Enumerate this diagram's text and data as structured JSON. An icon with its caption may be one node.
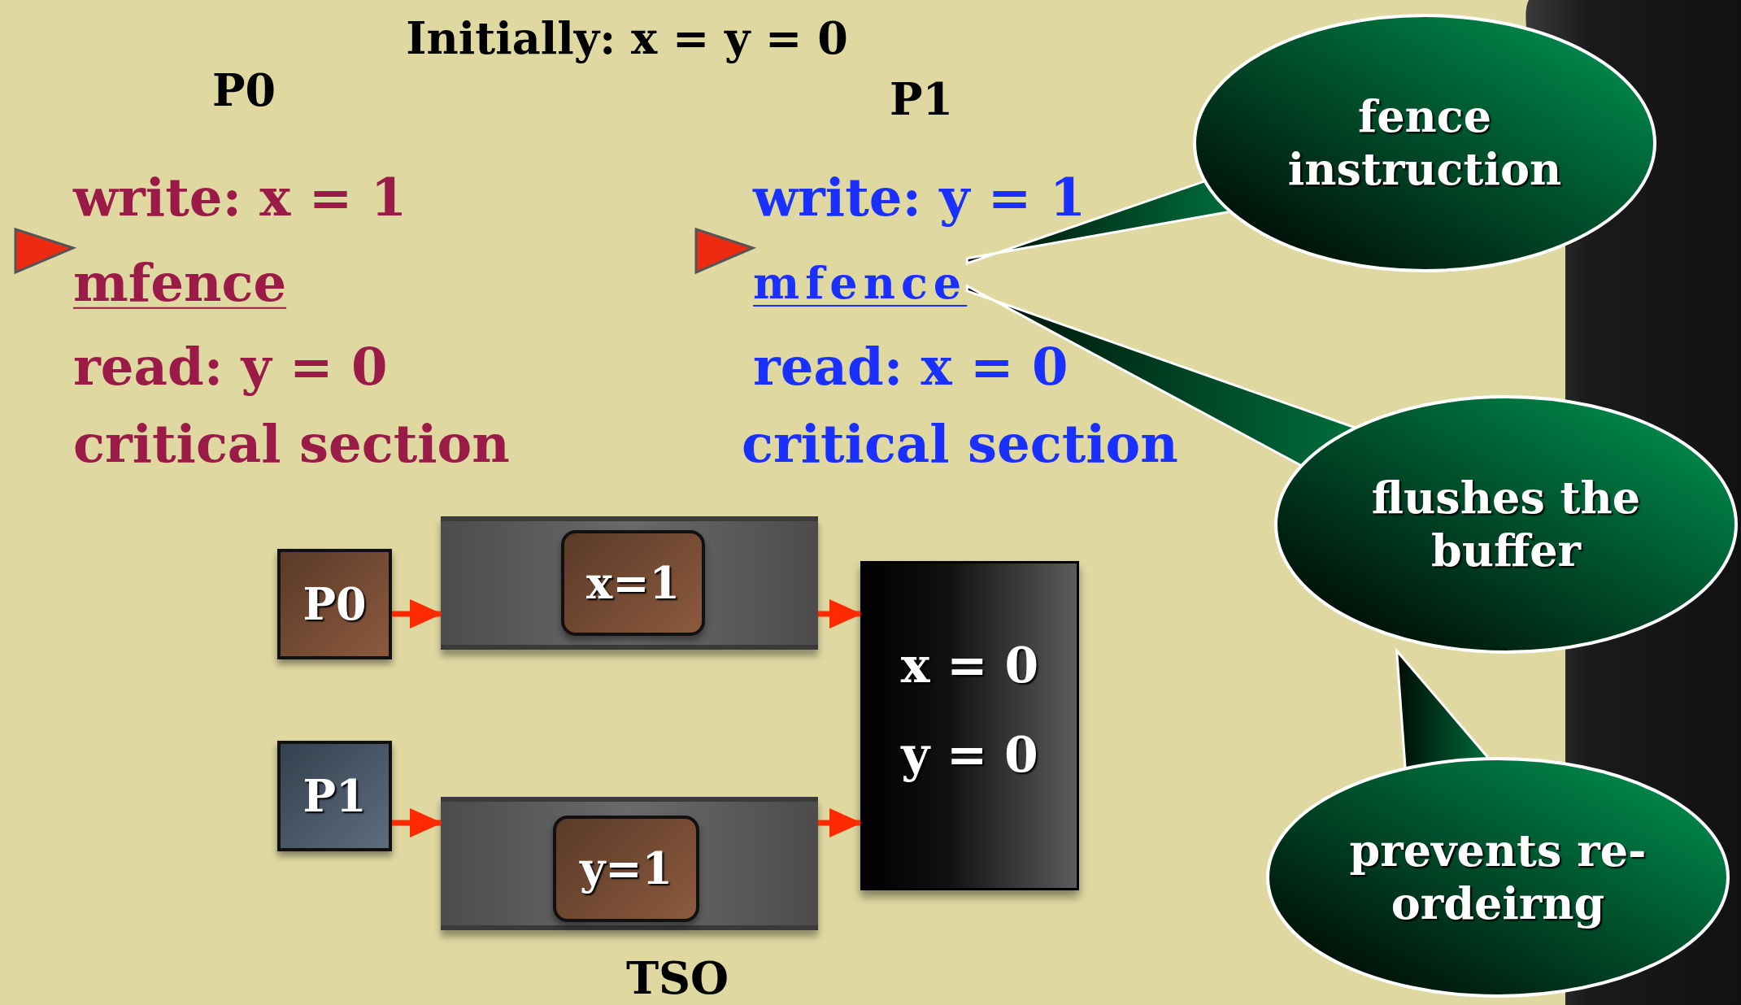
{
  "diagram": {
    "nodes": [
      {
        "text": [
          "mfence"
        ]
      },
      {
        "text": [
          "fence instruction"
        ]
      },
      {
        "text": [
          "flushes the buffer"
        ]
      },
      {
        "text": [
          "prevents re-ordeirng"
        ]
      },
      {
        "text": [
          "P0"
        ]
      },
      {
        "text": [],
        "shape": "bar"
      },
      {
        "text": [
          "x=1"
        ],
        "in": 5
      },
      {
        "text": [
          "x = 0",
          "y = 0"
        ]
      },
      {
        "text": [
          "P1"
        ]
      },
      {
        "text": [],
        "shape": "bar"
      },
      {
        "text": [
          "y=1"
        ],
        "in": 9
      }
    ],
    "edges": [
      {
        "from": 1,
        "to": 0,
        "arrow": "none"
      },
      {
        "from": 2,
        "to": 0,
        "arrow": "none"
      },
      {
        "from": 3,
        "to": 2,
        "arrow": "to"
      },
      {
        "from": 4,
        "to": 5,
        "arrow": "to"
      },
      {
        "from": 5,
        "to": 7,
        "arrow": "to"
      },
      {
        "from": 8,
        "to": 9,
        "arrow": "to"
      },
      {
        "from": 9,
        "to": 7,
        "arrow": "to"
      }
    ],
    "labels": [
      "Initially: x = y = 0",
      "P0",
      "P1",
      "write: x = 1",
      "write: y = 1",
      "mfence",
      "read: y = 0",
      "read: x = 0",
      "critical section",
      "critical section",
      "TSO"
    ]
  }
}
